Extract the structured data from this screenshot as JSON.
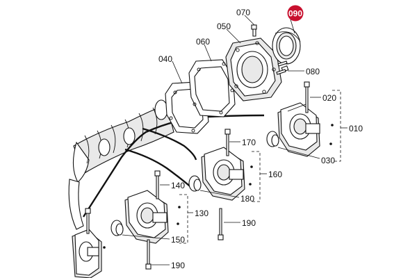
{
  "diagram": {
    "highlight_color": "#c8102e",
    "highlighted_part": "090",
    "labels": {
      "p010": "010",
      "p020": "020",
      "p030": "030",
      "p040": "040",
      "p050": "050",
      "p060": "060",
      "p070": "070",
      "p080": "080",
      "p090": "090",
      "p130": "130",
      "p140": "140",
      "p150": "150",
      "p160": "160",
      "p170": "170",
      "p180": "180",
      "p190a": "190",
      "p190b": "190"
    }
  }
}
